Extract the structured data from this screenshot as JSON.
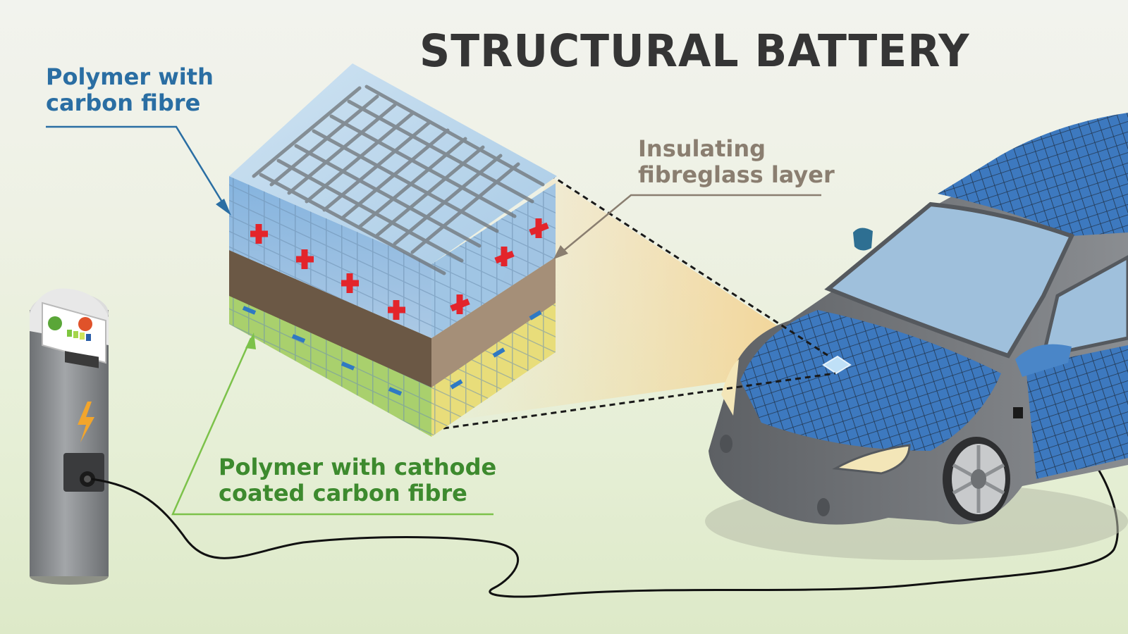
{
  "title": "STRUCTURAL BATTERY",
  "labels": {
    "anode": {
      "line1": "Polymer with",
      "line2": "carbon fibre"
    },
    "insulator": {
      "line1": "Insulating",
      "line2": "fibreglass layer"
    },
    "cathode": {
      "line1": "Polymer with cathode",
      "line2": "coated carbon fibre"
    }
  },
  "colors": {
    "anode_label": "#2a6ea3",
    "insulator_label": "#8a7e70",
    "cathode_label": "#3d8a2e",
    "title": "#353535",
    "positive_sign": "#e3242b",
    "negative_sign": "#2f79c3",
    "car_body": "#7a7d80",
    "car_panels": "#4a86c8",
    "charger_body": "#8c8f92"
  },
  "icons": [
    "lightning-bolt-icon",
    "plus-sign-icon",
    "minus-sign-icon"
  ]
}
